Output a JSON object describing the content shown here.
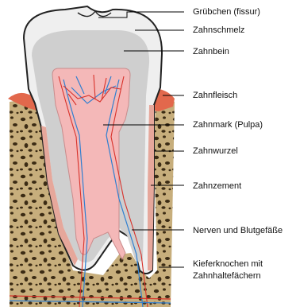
{
  "diagram": {
    "labels": {
      "fissure": "Grübchen (fissur)",
      "enamel": "Zahnschmelz",
      "dentin": "Zahnbein",
      "gum": "Zahnfleisch",
      "pulp": "Zahnmark (Pulpa)",
      "root": "Zahnwurzel",
      "cementum": "Zahnzement",
      "nerves": "Nerven und Blutgefäße",
      "jawbone_line1": "Kieferknochen mit",
      "jawbone_line2": "Zahnhaltefächern"
    },
    "colors": {
      "enamel": "#efefef",
      "dentin": "#cfcfcf",
      "pulp": "#f4b8b8",
      "cementum": "#e6a79b",
      "gum": "#e2684c",
      "bone": "#c7ae7c",
      "bone_pores": "#3b2b14",
      "nerve": "#2f7fd0",
      "vessel": "#d8312a"
    }
  }
}
